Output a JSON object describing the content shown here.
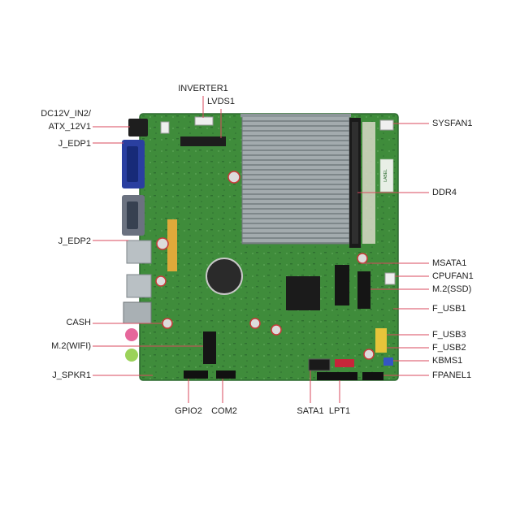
{
  "colors": {
    "pcb_green": "#3d8a3a",
    "pcb_dark": "#2b6a2e",
    "heatsink": "#9aa3a6",
    "vga_blue": "#2a3fa0",
    "leader_line": "#d94a5e",
    "label_text": "#222222"
  },
  "labels": {
    "inverter": "INVERTER1",
    "lvds": "LVDS1",
    "dc12v_line1": "DC12V_IN2/",
    "dc12v_line2": "ATX_12V1",
    "j_edp1": "J_EDP1",
    "j_edp2": "J_EDP2",
    "cash": "CASH",
    "m2_wifi": "M.2(WIFI)",
    "j_spkr": "J_SPKR1",
    "gpio2": "GPIO2",
    "com2": "COM2",
    "sata1": "SATA1",
    "lpt1": "LPT1",
    "sysfan": "SYSFAN1",
    "ddr4": "DDR4",
    "msata": "MSATA1",
    "cpufan": "CPUFAN1",
    "m2_ssd": "M.2(SSD)",
    "f_usb1": "F_USB1",
    "f_usb3": "F_USB3",
    "f_usb2": "F_USB2",
    "kbms": "KBMS1",
    "fpanel": "FPANEL1",
    "board_label": "LABEL"
  }
}
